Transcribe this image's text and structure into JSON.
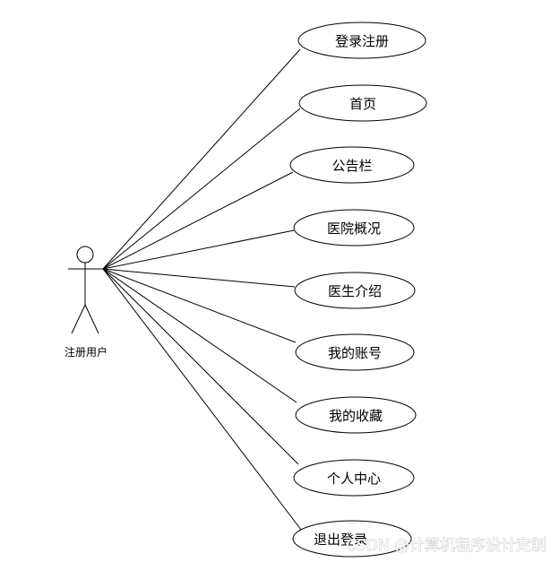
{
  "actor": {
    "label": "注册用户"
  },
  "use_cases": [
    {
      "label": "登录注册"
    },
    {
      "label": "首页"
    },
    {
      "label": "公告栏"
    },
    {
      "label": "医院概况"
    },
    {
      "label": "医生介绍"
    },
    {
      "label": "我的账号"
    },
    {
      "label": "我的收藏"
    },
    {
      "label": "个人中心"
    },
    {
      "label": "退出登录"
    }
  ],
  "watermark": {
    "text": "CSDN @计算机程序设计定制"
  },
  "colors": {
    "stroke": "#000000",
    "background": "#ffffff"
  }
}
